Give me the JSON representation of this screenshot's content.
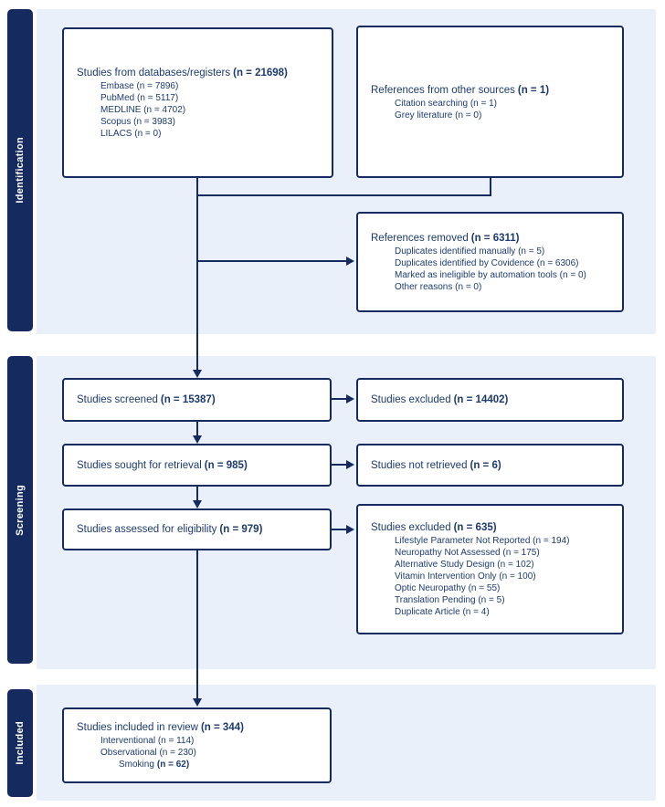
{
  "colors": {
    "navy": "#152a5e",
    "text": "#1c3a6e",
    "panel": "#e9f0f9"
  },
  "sections": {
    "identification": {
      "label": "Identification"
    },
    "screening": {
      "label": "Screening"
    },
    "included": {
      "label": "Included"
    }
  },
  "boxes": {
    "databases": {
      "title": "Studies from databases/registers",
      "n": "(n = 21698)",
      "items": [
        "Embase (n = 7896)",
        "PubMed (n = 5117)",
        "MEDLINE (n = 4702)",
        "Scopus (n = 3983)",
        "LILACS (n = 0)"
      ]
    },
    "other_sources": {
      "title": "References from other sources",
      "n": "(n = 1)",
      "items": [
        "Citation searching (n = 1)",
        "Grey literature (n = 0)"
      ]
    },
    "references_removed": {
      "title": "References removed",
      "n": "(n = 6311)",
      "items": [
        "Duplicates identified manually (n = 5)",
        "Duplicates identified by Covidence (n = 6306)",
        "Marked as ineligible by automation tools (n = 0)",
        "Other reasons (n = 0)"
      ]
    },
    "screened": {
      "title": "Studies screened",
      "n": "(n = 15387)"
    },
    "excluded_screening": {
      "title": "Studies excluded",
      "n": "(n = 14402)"
    },
    "sought": {
      "title": "Studies sought for retrieval",
      "n": "(n = 985)"
    },
    "not_retrieved": {
      "title": "Studies not retrieved",
      "n": "(n = 6)"
    },
    "assessed": {
      "title": "Studies assessed for eligibility",
      "n": "(n = 979)"
    },
    "excluded_eligibility": {
      "title": "Studies excluded",
      "n": "(n = 635)",
      "items": [
        "Lifestyle Parameter Not Reported (n = 194)",
        "Neuropathy Not Assessed (n = 175)",
        "Alternative Study Design (n = 102)",
        "Vitamin Intervention Only (n = 100)",
        "Optic Neuropathy (n = 55)",
        "Translation Pending (n = 5)",
        "Duplicate Article (n = 4)"
      ]
    },
    "included_review": {
      "title": "Studies included in review",
      "n": "(n = 344)",
      "items": [
        "Interventional (n = 114)",
        "Observational (n = 230)"
      ],
      "smoking_label": "Smoking",
      "smoking_n": "(n = 62)"
    }
  }
}
